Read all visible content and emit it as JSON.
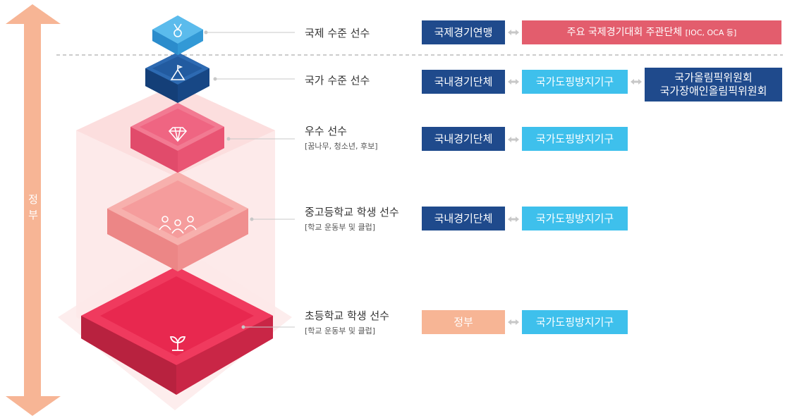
{
  "government_label": "정부",
  "levels": [
    {
      "id": "international",
      "title": "국제 수준 선수",
      "subtitle": "",
      "icon": "medal-icon",
      "color": "#3aa3dd",
      "boxes": [
        {
          "label": "국제경기연맹",
          "style": "dark"
        },
        {
          "label": "주요 국제경기대회 주관단체",
          "label_small": "[IOC, OCA 등]",
          "style": "red"
        }
      ]
    },
    {
      "id": "national",
      "title": "국가 수준 선수",
      "subtitle": "",
      "icon": "mountain-flag-icon",
      "color": "#1d5a9e",
      "boxes": [
        {
          "label": "국내경기단체",
          "style": "dark"
        },
        {
          "label": "국가도핑방지기구",
          "style": "light"
        },
        {
          "label": "국가올림픽위원회\n국가장애인올림픽위원회",
          "style": "dark"
        }
      ]
    },
    {
      "id": "excellent",
      "title": "우수 선수",
      "subtitle": "[꿈나무, 청소년, 후보]",
      "icon": "diamond-icon",
      "color": "#ef5876",
      "boxes": [
        {
          "label": "국내경기단체",
          "style": "dark"
        },
        {
          "label": "국가도핑방지기구",
          "style": "light"
        }
      ]
    },
    {
      "id": "secondary",
      "title": "중고등학교 학생 선수",
      "subtitle": "[학교 운동부 및 클럽]",
      "icon": "people-group-icon",
      "color": "#f39494",
      "boxes": [
        {
          "label": "국내경기단체",
          "style": "dark"
        },
        {
          "label": "국가도핑방지기구",
          "style": "light"
        }
      ]
    },
    {
      "id": "elementary",
      "title": "초등학교 학생 선수",
      "subtitle": "[학교 운동부 및 클럽]",
      "icon": "sprout-icon",
      "color": "#e5264f",
      "boxes": [
        {
          "label": "정부",
          "style": "peach"
        },
        {
          "label": "국가도핑방지기구",
          "style": "light"
        }
      ]
    }
  ],
  "colors": {
    "arrow": "#f7b595",
    "dark_box": "#1f4a8c",
    "light_box": "#3ec0ec",
    "red_box": "#e35d6d",
    "peach_box": "#f7b595",
    "connector": "#c8c8c8"
  }
}
